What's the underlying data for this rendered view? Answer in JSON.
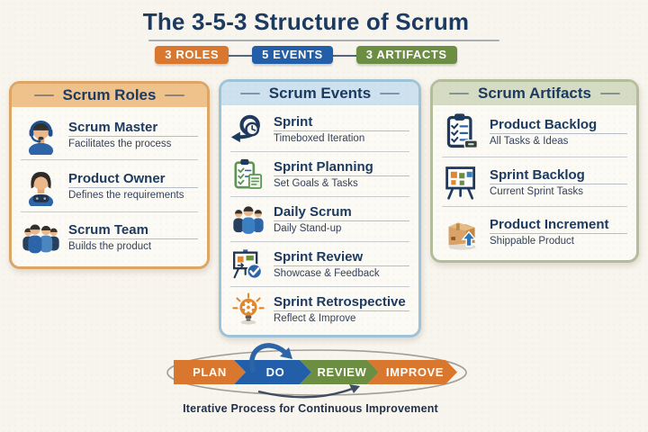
{
  "title": "The 3-5-3 Structure of Scrum",
  "badges": [
    {
      "label": "3 ROLES",
      "color": "#d9772e"
    },
    {
      "label": "5 EVENTS",
      "color": "#235fa8"
    },
    {
      "label": "3 ARTIFACTS",
      "color": "#6b8e42"
    }
  ],
  "panels": [
    {
      "title": "Scrum Roles",
      "accent": "#dda566",
      "header_bg": "#efc28c",
      "items": [
        {
          "icon": "headset-person-icon",
          "title": "Scrum Master",
          "subtitle": "Facilitates the process"
        },
        {
          "icon": "product-owner-icon",
          "title": "Product Owner",
          "subtitle": "Defines the requirements"
        },
        {
          "icon": "team-group-icon",
          "title": "Scrum Team",
          "subtitle": "Builds the product"
        }
      ]
    },
    {
      "title": "Scrum Events",
      "accent": "#9ec3d8",
      "header_bg": "#cde1ee",
      "items": [
        {
          "icon": "sprint-loop-clock-icon",
          "title": "Sprint",
          "subtitle": "Timeboxed Iteration"
        },
        {
          "icon": "planning-checklist-icon",
          "title": "Sprint Planning",
          "subtitle": "Set Goals & Tasks"
        },
        {
          "icon": "standup-team-icon",
          "title": "Daily Scrum",
          "subtitle": "Daily Stand-up"
        },
        {
          "icon": "review-presentation-check-icon",
          "title": "Sprint Review",
          "subtitle": "Showcase & Feedback"
        },
        {
          "icon": "retrospective-bulb-gear-icon",
          "title": "Sprint Retrospective",
          "subtitle": "Reflect & Improve"
        }
      ]
    },
    {
      "title": "Scrum Artifacts",
      "accent": "#b3bd9c",
      "header_bg": "#d5dcc3",
      "items": [
        {
          "icon": "backlog-clipboard-icon",
          "title": "Product Backlog",
          "subtitle": "All Tasks & Ideas"
        },
        {
          "icon": "kanban-board-icon",
          "title": "Sprint Backlog",
          "subtitle": "Current Sprint Tasks"
        },
        {
          "icon": "shipping-box-arrow-icon",
          "title": "Product Increment",
          "subtitle": "Shippable Product"
        }
      ]
    }
  ],
  "process": {
    "steps": [
      {
        "label": "PLAN",
        "color": "#d9772e"
      },
      {
        "label": "DO",
        "color": "#235fa8"
      },
      {
        "label": "REVIEW",
        "color": "#6b8e42"
      },
      {
        "label": "IMPROVE",
        "color": "#d9772e"
      }
    ],
    "caption": "Iterative Process for Continuous Improvement"
  },
  "colors": {
    "background": "#f8f5ee",
    "title_text": "#1c3a60",
    "divider": "#c8ccd1"
  }
}
